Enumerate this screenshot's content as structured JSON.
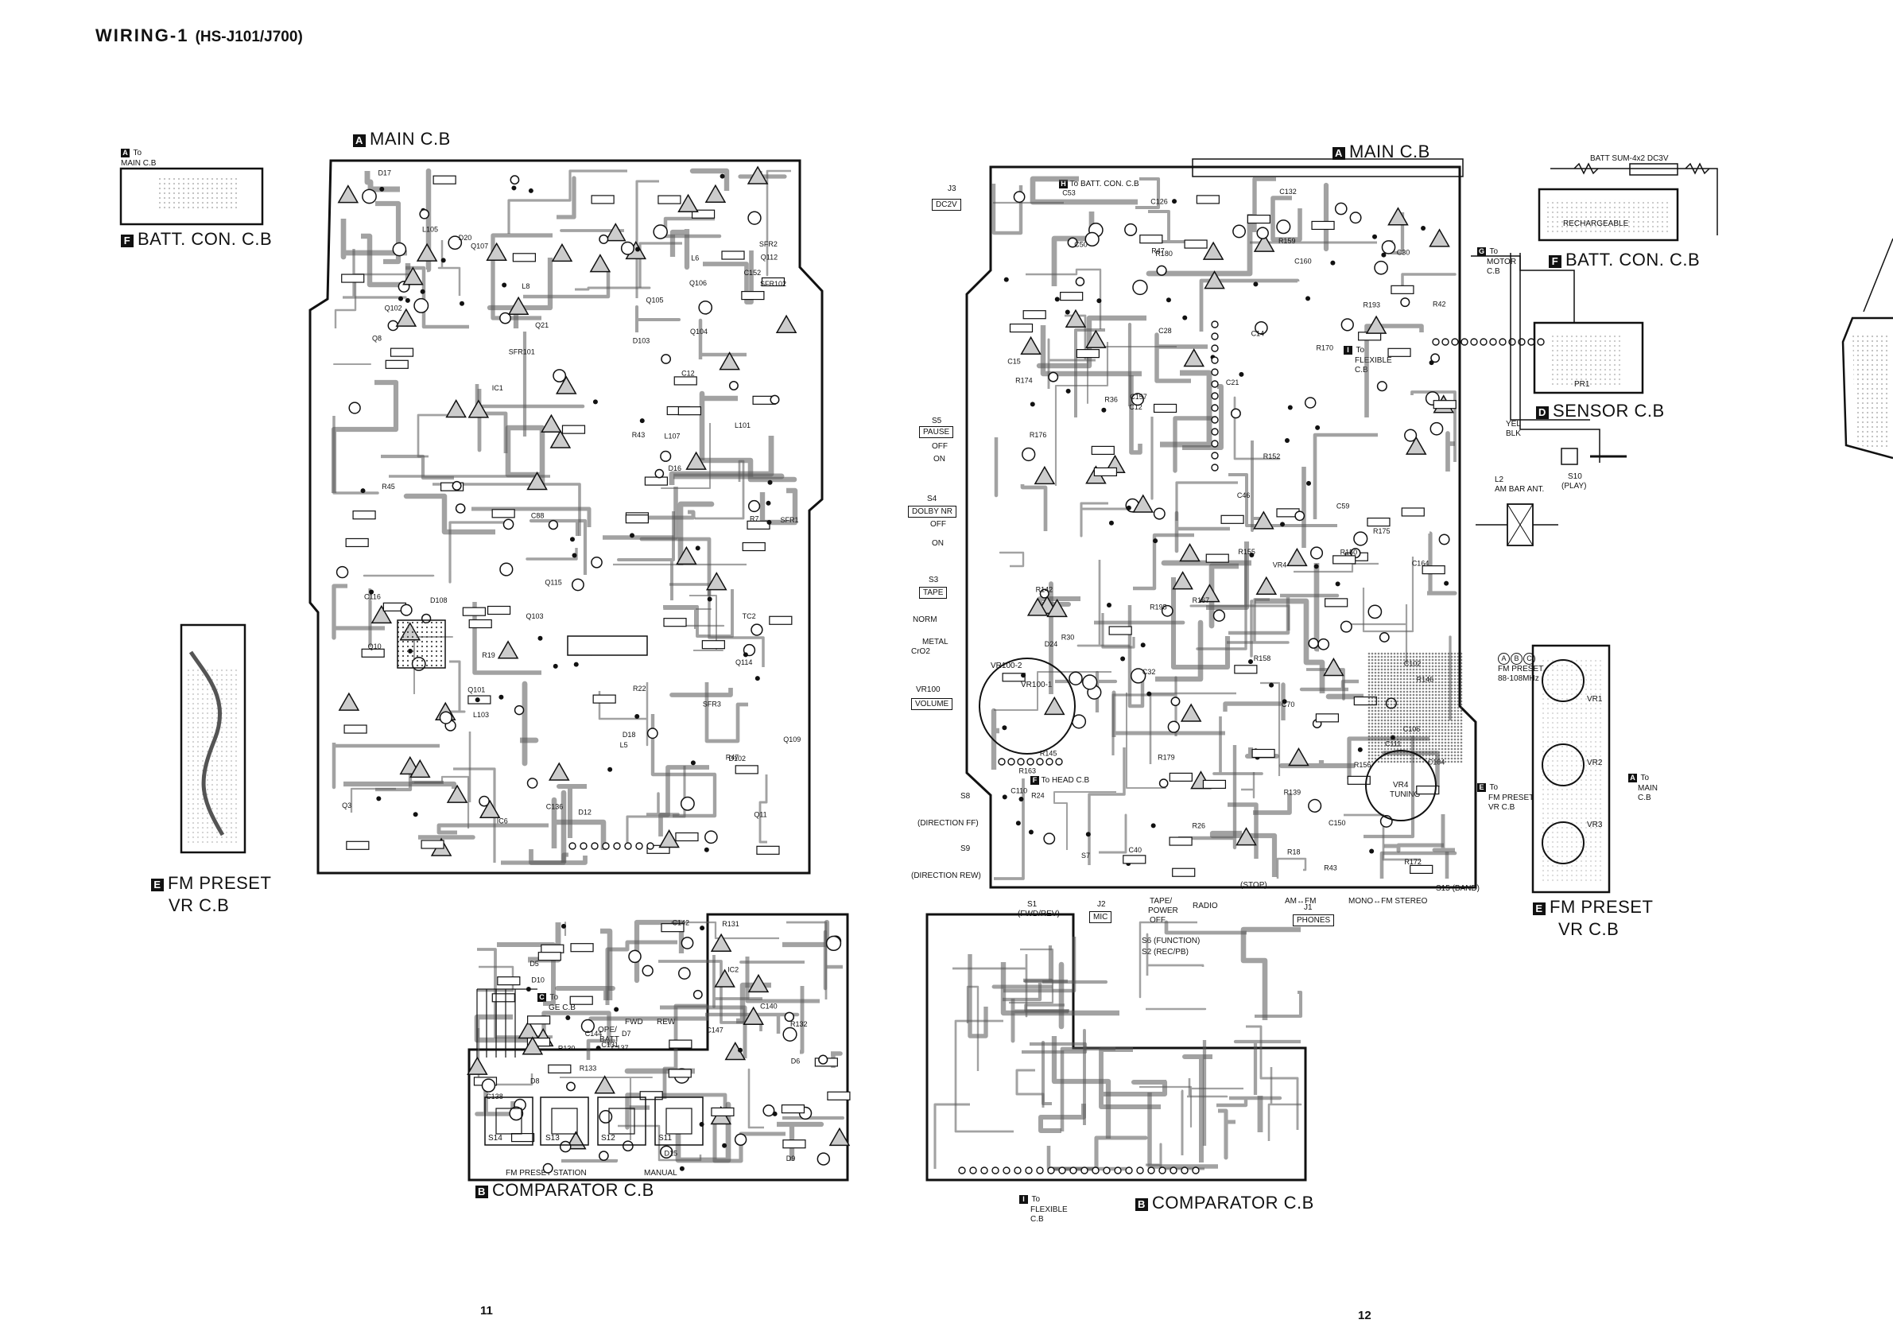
{
  "header": {
    "title": "WIRING-1",
    "model": "(HS-J101/J700)"
  },
  "pages": {
    "left": "11",
    "right": "12"
  },
  "boards": {
    "main_left": {
      "letter": "A",
      "name": "MAIN C.B"
    },
    "main_right": {
      "letter": "A",
      "name": "MAIN C.B"
    },
    "batt_left": {
      "letter": "F",
      "name": "BATT. CON. C.B"
    },
    "batt_right": {
      "letter": "F",
      "name": "BATT. CON. C.B"
    },
    "fm_left": {
      "letter": "E",
      "name1": "FM PRESET",
      "name2": "VR C.B"
    },
    "fm_right": {
      "letter": "E",
      "name1": "FM PRESET",
      "name2": "VR C.B"
    },
    "comp_left": {
      "letter": "B",
      "name": "COMPARATOR C.B"
    },
    "comp_right": {
      "letter": "B",
      "name": "COMPARATOR C.B"
    },
    "sensor": {
      "letter": "D",
      "name": "SENSOR C.B"
    }
  },
  "connectors": {
    "a_to_main": {
      "letter": "A",
      "text": "To",
      "text2": "MAIN C.B"
    },
    "g_to_motor": {
      "letter": "G",
      "text": "To",
      "text2": "MOTOR",
      "text3": "C.B"
    },
    "i_to_flexible_top": {
      "letter": "I",
      "text": "To",
      "text2": "FLEXIBLE",
      "text3": "C.B"
    },
    "c_to_ge": {
      "letter": "C",
      "text": "To",
      "text2": "GE C.B"
    },
    "i_to_flexible_bottom": {
      "letter": "I",
      "text": "To",
      "text2": "FLEXIBLE",
      "text3": "C.B"
    },
    "e_to_fm_preset": {
      "letter": "E",
      "text": "To",
      "text2": "FM PRESET",
      "text3": "VR C.B"
    },
    "a_to_main_right": {
      "letter": "A",
      "text": "To",
      "text2": "MAIN",
      "text3": "C.B"
    },
    "f_to_head": {
      "letter": "F",
      "text": "To HEAD C.B"
    },
    "h_to_batt": {
      "letter": "H",
      "text": "To BATT. CON. C.B"
    }
  },
  "controls": {
    "j3": "J3",
    "dc2v": "DC2V",
    "s5": "S5",
    "pause": "PAUSE",
    "s5_off": "OFF",
    "s5_on": "ON",
    "s4": "S4",
    "dolby": "DOLBY NR",
    "s4_off": "OFF",
    "s4_on": "ON",
    "s3": "S3",
    "tape": "TAPE",
    "norm": "NORM",
    "metal": "METAL",
    "cro2": "CrO2",
    "vr100": "VR100",
    "volume": "VOLUME",
    "vr100_2": "VR100-2",
    "vr100_1": "VR100-1",
    "s8": "S8",
    "dir_ff": "(DIRECTION FF)",
    "s9": "S9",
    "dir_rew": "(DIRECTION REW)",
    "s1": "S1",
    "fwd_rev": "(FWD/REV)",
    "j2": "J2",
    "mic": "MIC",
    "tape_power": "TAPE/",
    "power": "POWER",
    "radio": "RADIO",
    "off": "OFF",
    "stop": "(STOP)",
    "j1": "J1",
    "phones": "PHONES",
    "s6": "S6 (FUNCTION)",
    "s2": "S2 (REC/PB)",
    "am_fm": "AM↔FM",
    "mono_stereo": "MONO↔FM STEREO",
    "s15": "S15 (BAND)",
    "l2": "L2",
    "am_bar": "AM BAR ANT.",
    "batt_sum": "BATT SUM-4x2 DC3V",
    "rechargeable": "RECHARGEABLE",
    "pr1": "PR1",
    "s10": "S10",
    "play": "(PLAY)",
    "yel": "YEL",
    "blk": "BLK",
    "fm_preset_freq": "88-108MHz",
    "fm_preset_abc": "FM PRESET",
    "vr1": "VR1",
    "vr2": "VR2",
    "vr3": "VR3",
    "vr4": "VR4",
    "tuning": "TUNING",
    "opebatt": "OPE/",
    "batt": "BATT",
    "fwd": "FWD",
    "rew": "REW",
    "fm_preset_station": "FM PRESET STATION",
    "manual": "MANUAL",
    "s14": "S14",
    "s13": "S13",
    "s12": "S12",
    "s11": "S11"
  },
  "components_left": [
    "Q114",
    "Q115",
    "Q112",
    "D102",
    "Q107",
    "L101",
    "D16",
    "Q106",
    "Q11",
    "SFR3",
    "D20",
    "L8",
    "Q21",
    "Q8",
    "R43",
    "SFR2",
    "D12",
    "Q3",
    "R22",
    "SFR1",
    "L6",
    "R7",
    "C12",
    "IC1",
    "Q10",
    "D108",
    "Q109",
    "Q103",
    "L5",
    "D17",
    "R19",
    "SFR101",
    "SFR102",
    "Q102",
    "Q104",
    "TC2",
    "R45",
    "L105",
    "L103",
    "D18",
    "C152",
    "C136",
    "C116",
    "Q101",
    "L107",
    "Q105",
    "D103",
    "C88",
    "R47",
    "IC6"
  ],
  "components_right": [
    "R175",
    "R176",
    "R174",
    "R158",
    "R156",
    "R172",
    "R159",
    "C157",
    "C160",
    "C126",
    "C30",
    "C132",
    "R163",
    "C164",
    "C53",
    "R24",
    "R43",
    "C46",
    "C59",
    "C70",
    "R30",
    "R26",
    "R42",
    "C40",
    "R167",
    "R142",
    "C32",
    "R145",
    "C12",
    "C14",
    "C150",
    "R146",
    "R179",
    "R170",
    "R180",
    "C110",
    "R47",
    "C111",
    "C102",
    "C104",
    "R193",
    "R195",
    "C106",
    "R155",
    "R18",
    "C21",
    "C28",
    "C50",
    "D24",
    "VR4",
    "R36",
    "C15",
    "R139",
    "S7",
    "R152",
    "R150"
  ],
  "components_comp": [
    "C140",
    "R132",
    "C138",
    "D15",
    "C144",
    "C142",
    "IC2",
    "R133",
    "C137",
    "C147",
    "D5",
    "D6",
    "R131",
    "R130",
    "C131",
    "D10",
    "D9",
    "D8",
    "D7"
  ]
}
